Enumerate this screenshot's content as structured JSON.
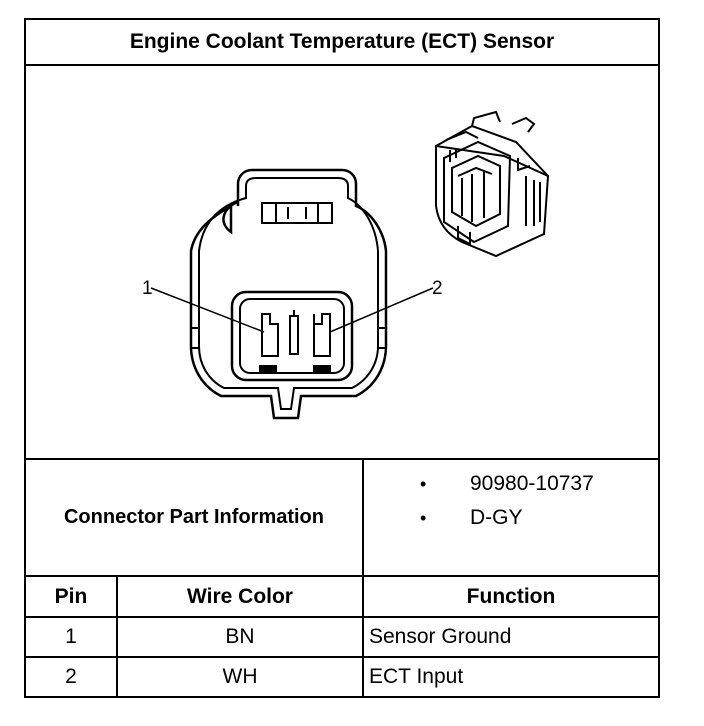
{
  "title": "Engine Coolant Temperature (ECT) Sensor",
  "figure": {
    "pin_callouts": [
      "1",
      "2"
    ],
    "icons": [
      "connector-face-view",
      "connector-isometric-view"
    ]
  },
  "part_info": {
    "label": "Connector Part Information",
    "items": [
      "90980-10737",
      "D-GY"
    ],
    "bullet": "•"
  },
  "pin_table": {
    "headers": {
      "pin": "Pin",
      "wire_color": "Wire Color",
      "function": "Function"
    },
    "rows": [
      {
        "pin": "1",
        "wire_color": "BN",
        "function": "Sensor Ground"
      },
      {
        "pin": "2",
        "wire_color": "WH",
        "function": "ECT Input"
      }
    ]
  }
}
